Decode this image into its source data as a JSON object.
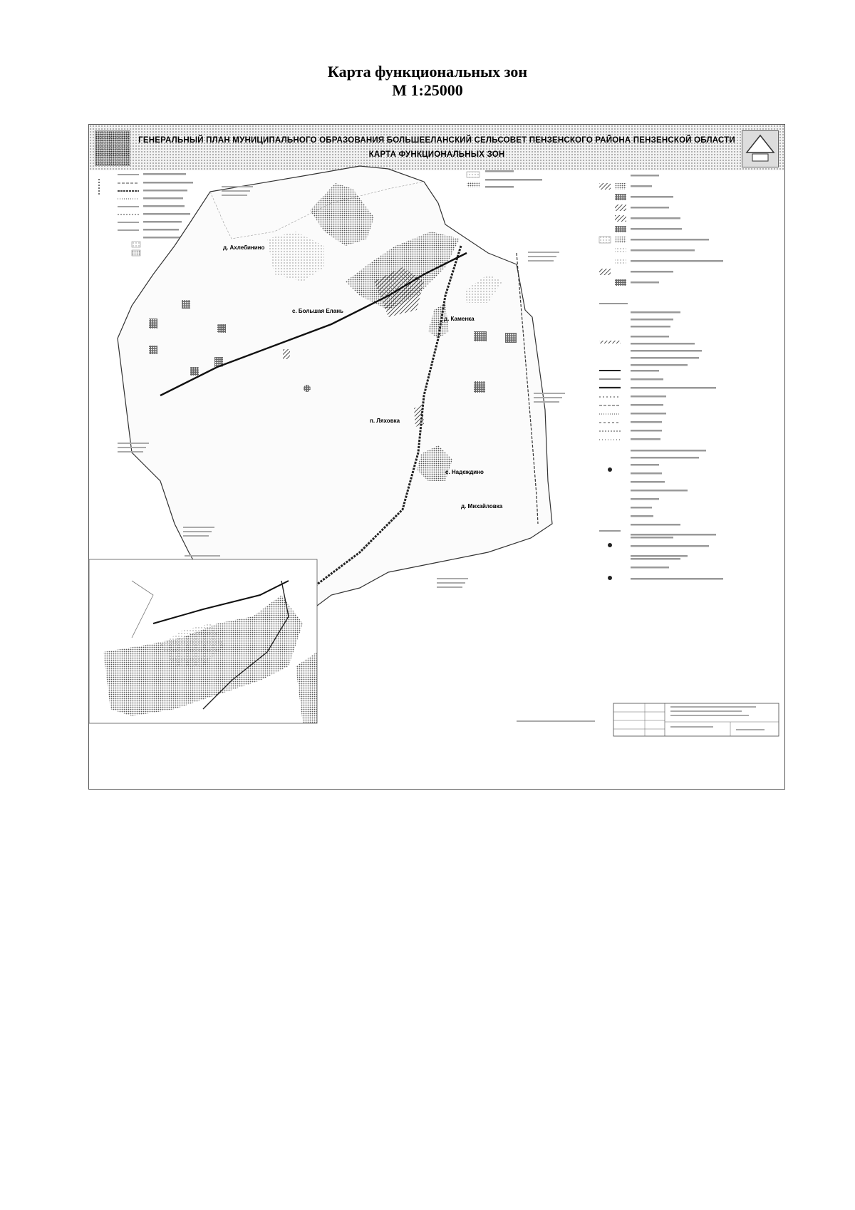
{
  "page": {
    "title": "Карта функциональных зон",
    "scale": "М 1:25000"
  },
  "banner": {
    "main_title": "ГЕНЕРАЛЬНЫЙ ПЛАН МУНИЦИПАЛЬНОГО ОБРАЗОВАНИЯ БОЛЬШЕЕЛАНСКИЙ СЕЛЬСОВЕТ ПЕНЗЕНСКОГО РАЙОНА ПЕНЗЕНСКОЙ ОБЛАСТИ",
    "subtitle": "КАРТА ФУНКЦИОНАЛЬНЫХ ЗОН"
  },
  "places": {
    "akhlebinino": "д. Ахлебинино",
    "bolshaya_elan": "с. Большая Елань",
    "kamenka": "д. Каменка",
    "lyakhovka": "п. Ляховка",
    "nadezhdino": "с. Надеждино",
    "mikhaylovka": "д. Михайловка"
  },
  "colors": {
    "zone_dark": "#4a4a4a",
    "zone_mid": "#8c8c8c",
    "zone_light": "#c9c9c9",
    "road": "#111111",
    "boundary": "#333333"
  }
}
